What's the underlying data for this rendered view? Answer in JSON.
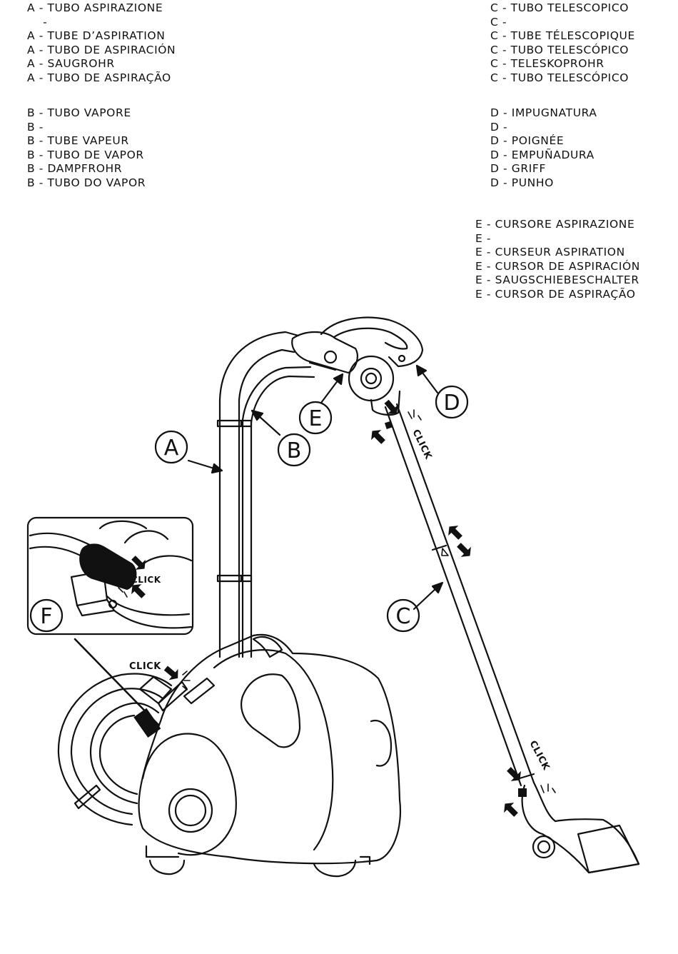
{
  "legend": {
    "a": [
      "A - TUBO ASPIRAZIONE",
      "    -",
      "A - TUBE D’ASPIRATION",
      "A - TUBO DE ASPIRACIÓN",
      "A - SAUGROHR",
      "A - TUBO DE ASPIRAÇÃO"
    ],
    "b": [
      "B - TUBO VAPORE",
      "B -",
      "B - TUBE VAPEUR",
      "B - TUBO DE VAPOR",
      "B - DAMPFROHR",
      "B - TUBO DO VAPOR"
    ],
    "c": [
      "C - TUBO TELESCOPICO",
      "C -",
      "C - TUBE TÉLESCOPIQUE",
      "C - TUBO TELESCÓPICO",
      "C - TELESKOPROHR",
      "C - TUBO TELESCÓPICO"
    ],
    "d": [
      "D - IMPUGNATURA",
      "D -",
      "D - POIGNÉE",
      "D - EMPUÑADURA",
      "D - GRIFF",
      "D - PUNHO"
    ],
    "e": [
      "E - CURSORE ASPIRAZIONE",
      "E -",
      "E - CURSEUR ASPIRATION",
      "E - CURSOR DE ASPIRACIÓN",
      "E - SAUGSCHIEBESCHALTER",
      "E - CURSOR DE ASPIRAÇÃO"
    ]
  },
  "callouts": {
    "a": "A",
    "b": "B",
    "c": "C",
    "d": "D",
    "e": "E",
    "f": "F"
  },
  "click_labels": {
    "top": "CLICK",
    "bottom": "CLICK",
    "body": "CLICK",
    "inset": "CLICK"
  }
}
